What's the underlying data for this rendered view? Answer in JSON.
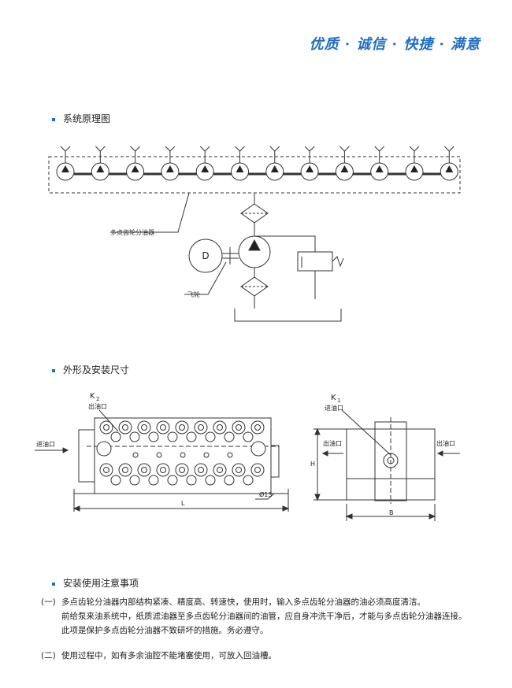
{
  "header": {
    "slogan": "优质 · 诚信 · 快捷 · 满意"
  },
  "sections": {
    "system": {
      "title": "系统原理图"
    },
    "outline": {
      "title": "外形及安装尺寸"
    },
    "install": {
      "title": "安装使用注意事项"
    }
  },
  "system_diagram": {
    "label_divider": "多点齿轮分油器",
    "label_flywheel": "飞轮",
    "motor_letter": "D"
  },
  "outline_diagram": {
    "k2": "K",
    "k2_sub": "2",
    "k1": "K",
    "k1_sub": "1",
    "outlet_left": "出油口",
    "inlet_left": "进油口",
    "dim_l": "L",
    "dim_d": "Ø13",
    "outlet_right_a": "出油口",
    "outlet_right_b": "出油口",
    "inlet_right": "进油口",
    "dim_h": "H",
    "dim_b": "B"
  },
  "notes": [
    {
      "index": "(一)",
      "lines": [
        "多点齿轮分油器内部结构紧凑、精度高、转速快，使用时，输入多点齿轮分油器的油必须高度清洁。",
        "前给泵来油系统中，纸质滤油器至多点齿轮分油器间的油管，应自身冲洗干净后，才能与多点齿轮分油器连接。",
        "此项是保护多点齿轮分油器不致研坏的措施。务必遵守。"
      ]
    },
    {
      "index": "(二)",
      "lines": [
        "使用过程中，如有多余油腔不能堵塞使用，可放入回油槽。"
      ]
    }
  ],
  "colors": {
    "accent": "#1f6fc1",
    "line": "#333333"
  }
}
